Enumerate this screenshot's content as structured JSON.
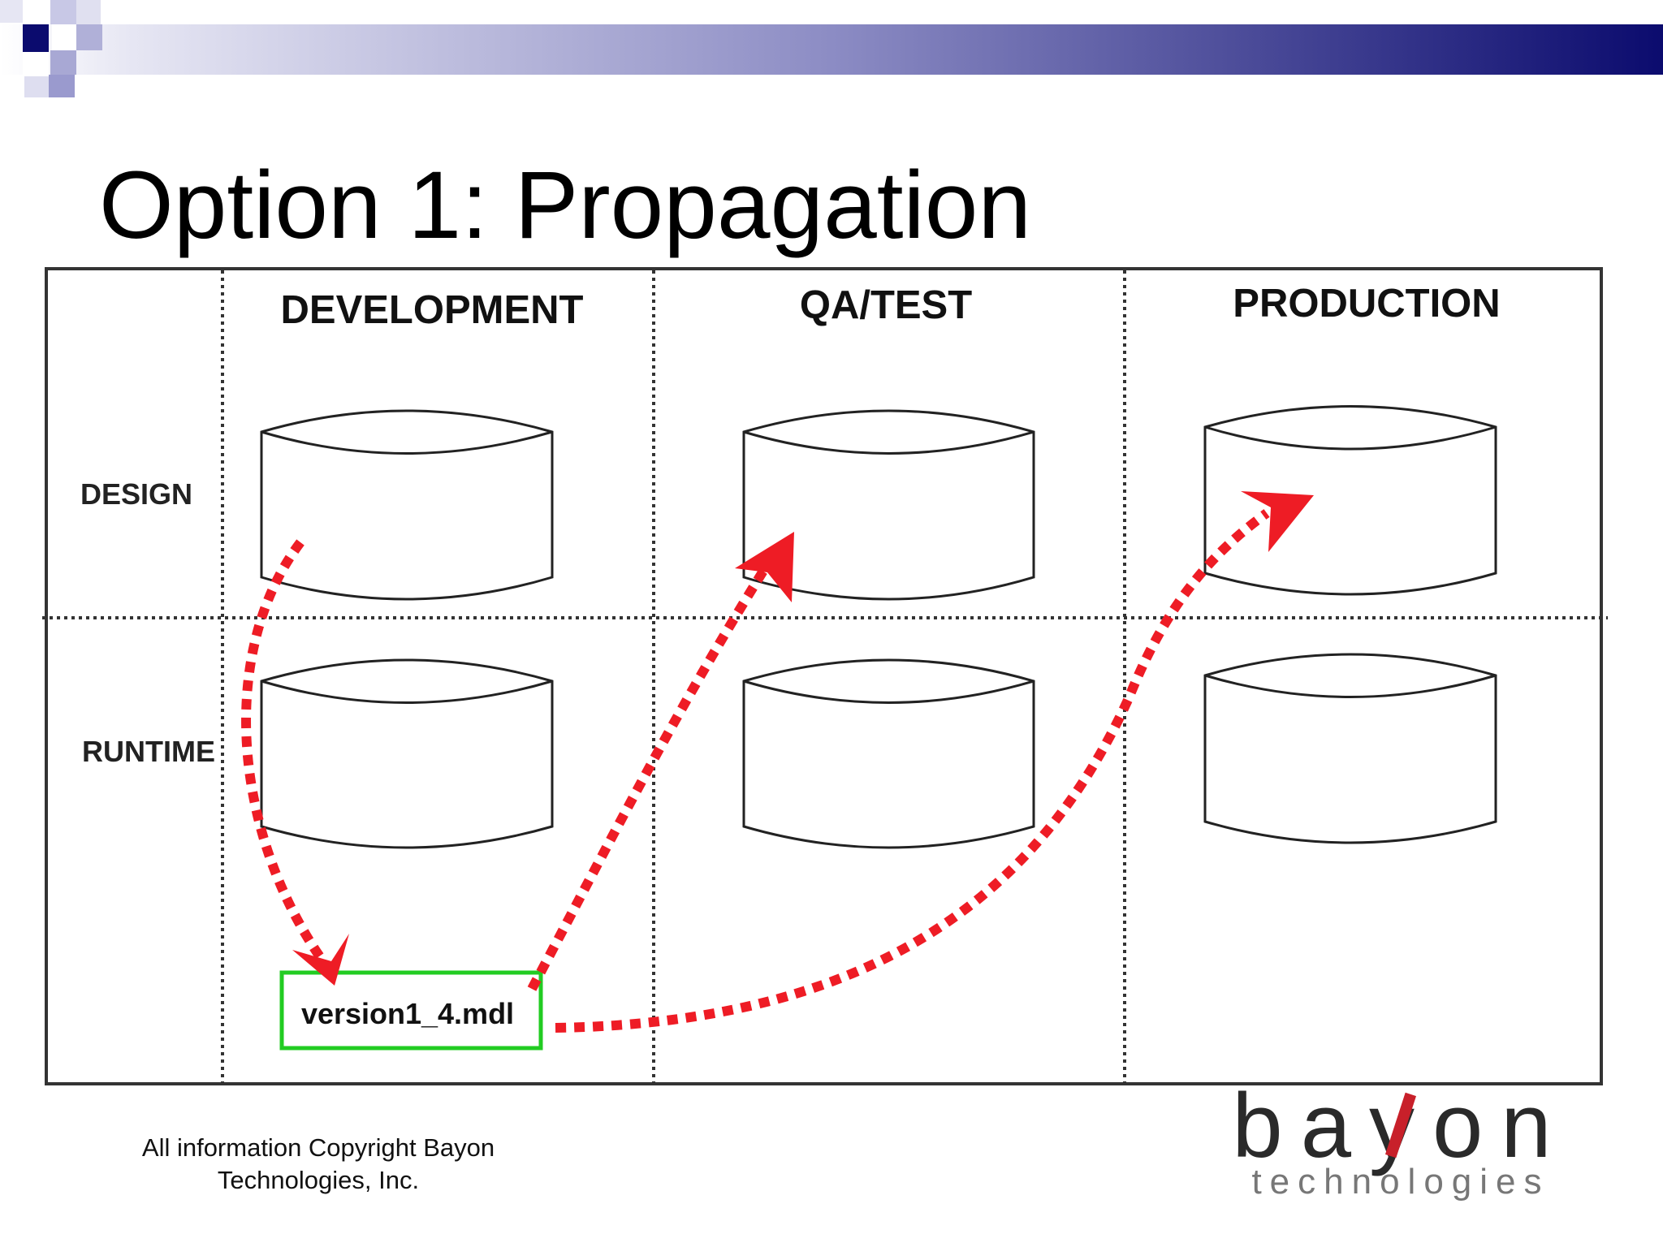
{
  "slide": {
    "title": "Option 1: Propagation",
    "footer": {
      "line1": "All information Copyright Bayon",
      "line2": "Technologies, Inc."
    }
  },
  "diagram": {
    "columns": [
      "DEVELOPMENT",
      "QA/TEST",
      "PRODUCTION"
    ],
    "rows": [
      "DESIGN",
      "RUNTIME"
    ],
    "file_label": "version1_4.mdl",
    "arrows": [
      {
        "from": "DEVELOPMENT / DESIGN",
        "to": "version1_4.mdl"
      },
      {
        "from": "version1_4.mdl",
        "to": "QA/TEST / DESIGN"
      },
      {
        "from": "version1_4.mdl",
        "to": "PRODUCTION / DESIGN"
      }
    ]
  },
  "logo": {
    "word": "bayon",
    "subword": "technologies"
  },
  "colors": {
    "banner_dark": "#0b0b6e",
    "banner_light": "#d9d9ee",
    "arrow": "#ee1c25",
    "file_box_border": "#22cc22",
    "logo_text": "#2a2a2a",
    "logo_accent": "#c8202a"
  }
}
